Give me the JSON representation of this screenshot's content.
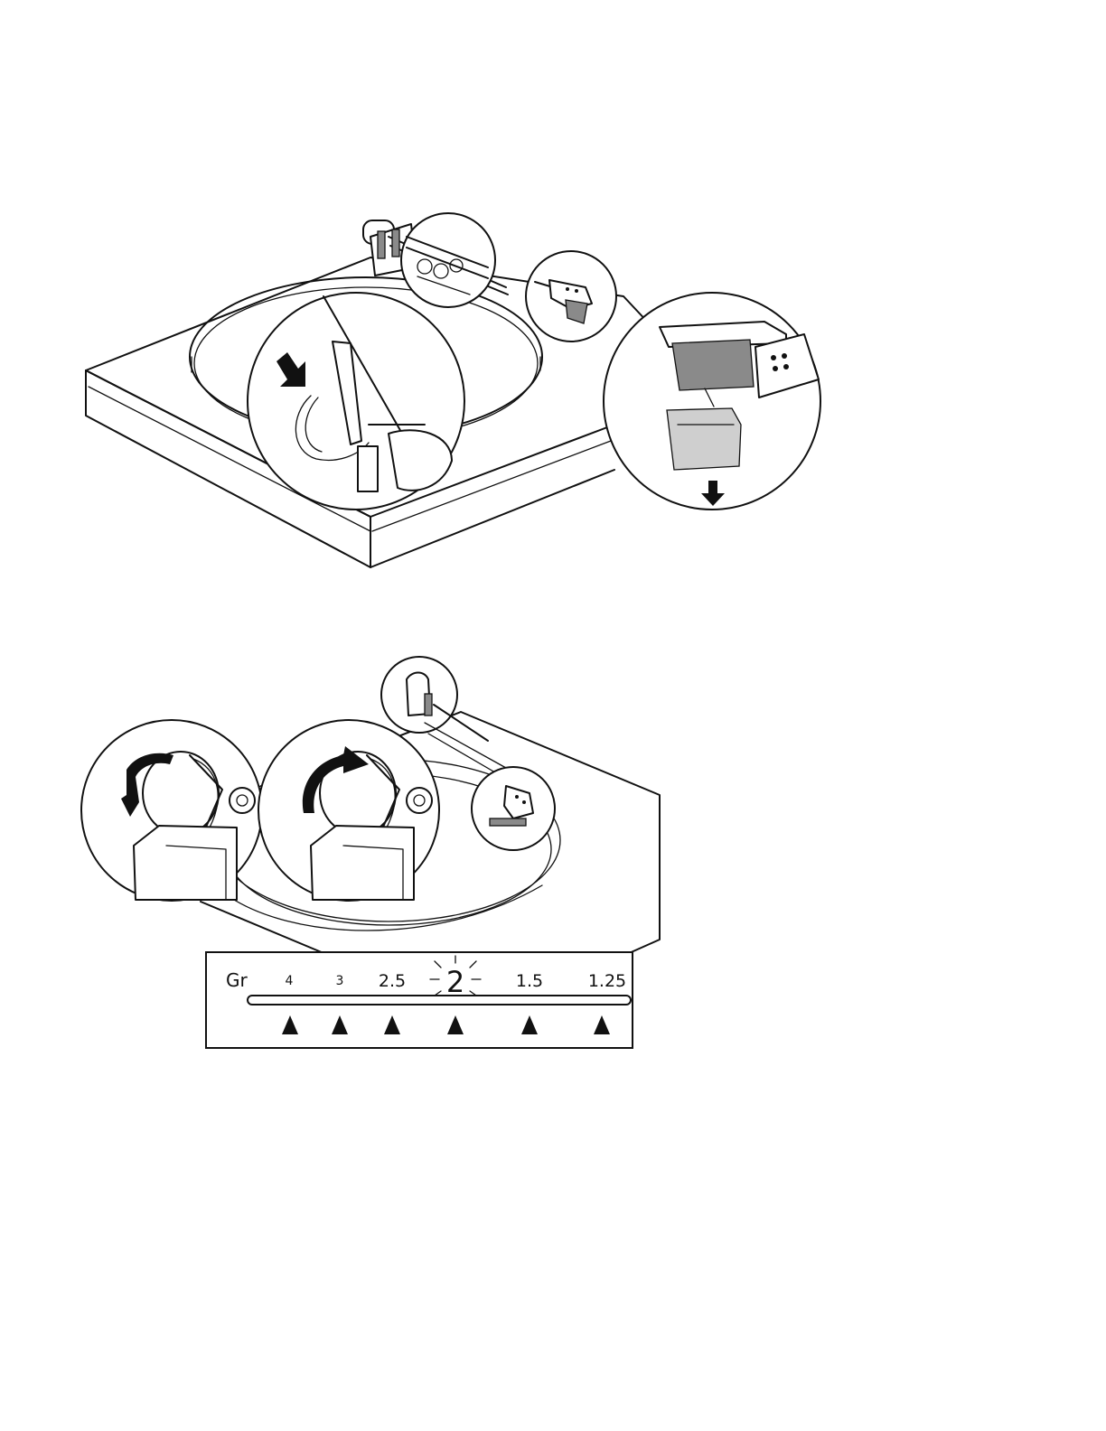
{
  "gauge": {
    "unit_label": "Gr",
    "labels": [
      "4",
      "3",
      "2.5",
      "2",
      "1.5",
      "1.25"
    ],
    "highlighted": "2"
  },
  "icons": {
    "push_arrow": "arrow-down-right-icon",
    "remove_arrow": "arrow-down-icon",
    "rotate_ccw": "rotate-counterclockwise-icon",
    "rotate_cw": "rotate-clockwise-icon",
    "pointer": "triangle-pointer-icon"
  }
}
